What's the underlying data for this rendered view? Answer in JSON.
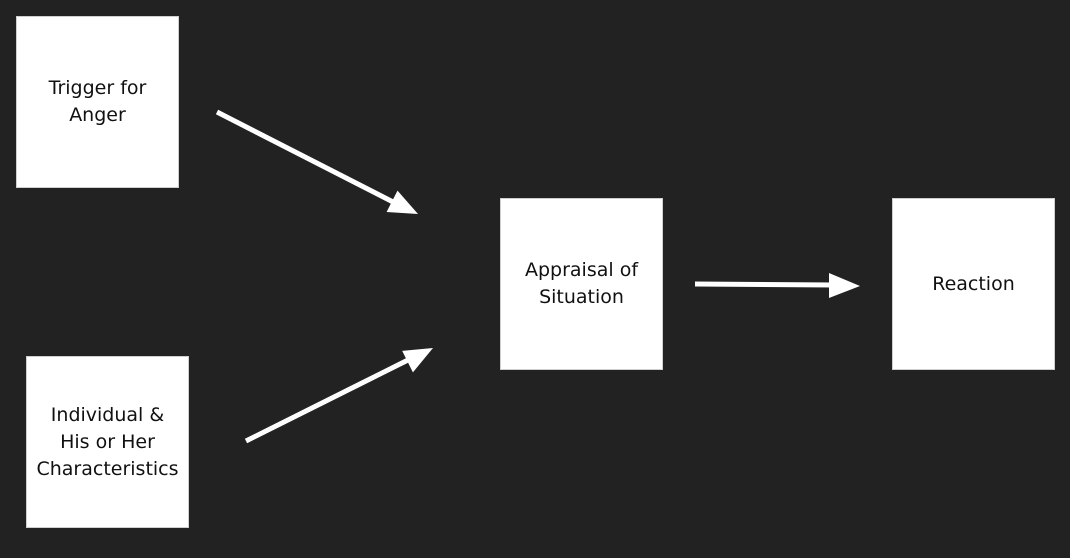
{
  "diagram": {
    "nodes": {
      "trigger": {
        "label_line1": "Trigger for",
        "label_line2": "Anger"
      },
      "individual": {
        "label_line1": "Individual &",
        "label_line2": "His or Her",
        "label_line3": "Characteristics"
      },
      "appraisal": {
        "label_line1": "Appraisal of",
        "label_line2": "Situation"
      },
      "reaction": {
        "label_line1": "Reaction"
      }
    },
    "edges": [
      {
        "from": "trigger",
        "to": "appraisal"
      },
      {
        "from": "individual",
        "to": "appraisal"
      },
      {
        "from": "appraisal",
        "to": "reaction"
      }
    ],
    "colors": {
      "background": "#222222",
      "node_fill": "#ffffff",
      "node_text": "#111111",
      "arrow": "#ffffff"
    }
  }
}
